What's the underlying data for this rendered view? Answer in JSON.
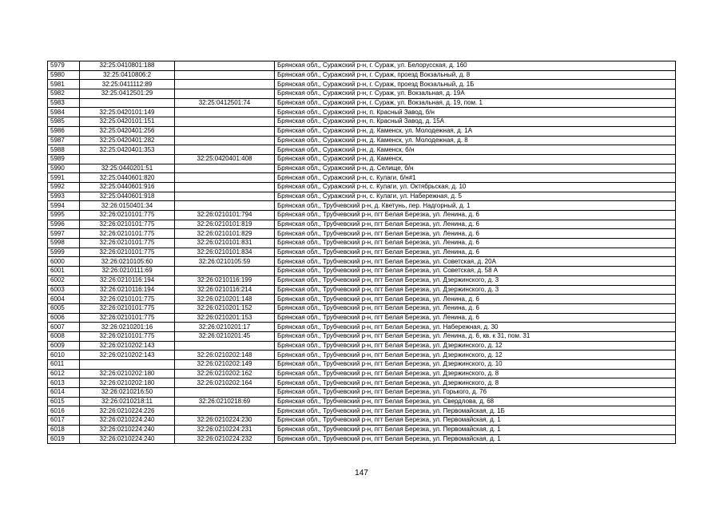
{
  "page_number": "147",
  "rows": [
    {
      "num": "5979",
      "cad1": "32:25:0410801:188",
      "cad2": "",
      "addr": "Брянская обл., Суражский р-н, г. Сураж, ул. Белорусская, д. 160"
    },
    {
      "num": "5980",
      "cad1": "32:25:0410806:2",
      "cad2": "",
      "addr": "Брянская обл., Суражский р-н, г. Сураж, проезд Вокзальный, д. 8"
    },
    {
      "num": "5981",
      "cad1": "32:25:0411112:89",
      "cad2": "",
      "addr": "Брянская обл., Суражский р-н, г. Сураж, проезд Вокзальный, д. 1Б"
    },
    {
      "num": "5982",
      "cad1": "32:25:0412501:29",
      "cad2": "",
      "addr": "Брянская обл., Суражский р-н, г. Сураж, ул. Вокзальная, д. 19А"
    },
    {
      "num": "5983",
      "cad1": "",
      "cad2": "32:25:0412501:74",
      "addr": "Брянская обл., Суражский р-н, г. Сураж, ул. Вокзальная, д. 19, пом. 1"
    },
    {
      "num": "5984",
      "cad1": "32:25:0420101:149",
      "cad2": "",
      "addr": "Брянская обл., Суражский р-н, п. Красный Завод, б/н"
    },
    {
      "num": "5985",
      "cad1": "32:25:0420101:151",
      "cad2": "",
      "addr": "Брянская обл., Суражский р-н, п. Красный Завод, д. 15А"
    },
    {
      "num": "5986",
      "cad1": "32:25:0420401:256",
      "cad2": "",
      "addr": "Брянская обл., Суражский р-н, д. Каменск, ул. Молодежная, д. 1А"
    },
    {
      "num": "5987",
      "cad1": "32:25:0420401:282",
      "cad2": "",
      "addr": "Брянская обл., Суражский р-н, д. Каменск, ул. Молодежная, д. 8"
    },
    {
      "num": "5988",
      "cad1": "32:25:0420401:353",
      "cad2": "",
      "addr": "Брянская обл., Суражский р-н, д. Каменск, б/н"
    },
    {
      "num": "5989",
      "cad1": "",
      "cad2": "32:25:0420401:408",
      "addr": "Брянская обл., Суражский р-н, д. Каменск,"
    },
    {
      "num": "5990",
      "cad1": "32:25:0440201:51",
      "cad2": "",
      "addr": "Брянская обл., Суражский р-н, д. Селище, б/н"
    },
    {
      "num": "5991",
      "cad1": "32:25:0440601:820",
      "cad2": "",
      "addr": "Брянская обл., Суражский р-н, с. Кулаги, б/н#1"
    },
    {
      "num": "5992",
      "cad1": "32:25:0440601:916",
      "cad2": "",
      "addr": "Брянская обл., Суражский р-н, с. Кулаги, ул. Октябрьская, д. 10"
    },
    {
      "num": "5993",
      "cad1": "32:25:0440601:918",
      "cad2": "",
      "addr": "Брянская обл., Суражский р-н, с. Кулаги, ул. Набережная, д. 5"
    },
    {
      "num": "5994",
      "cad1": "32:26:0150401:34",
      "cad2": "",
      "addr": "Брянская обл., Трубчевский р-н, д. Кветунь, пер. Надгорный, д. 1"
    },
    {
      "num": "5995",
      "cad1": "32:26:0210101:775",
      "cad2": "32:26:0210101:794",
      "addr": "Брянская обл., Трубчевский р-н, пгт Белая Березка, ул. Ленина, д. 6"
    },
    {
      "num": "5996",
      "cad1": "32:26:0210101:775",
      "cad2": "32:26:0210101:819",
      "addr": "Брянская обл., Трубчевский р-н, пгт Белая Березка, ул. Ленина, д. 6"
    },
    {
      "num": "5997",
      "cad1": "32:26:0210101:775",
      "cad2": "32:26:0210101:829",
      "addr": "Брянская обл., Трубчевский р-н, пгт Белая Березка, ул. Ленина, д. 6"
    },
    {
      "num": "5998",
      "cad1": "32:26:0210101:775",
      "cad2": "32:26:0210101:831",
      "addr": "Брянская обл., Трубчевский р-н, пгт Белая Березка, ул. Ленина, д. 6"
    },
    {
      "num": "5999",
      "cad1": "32:26:0210101:775",
      "cad2": "32:26:0210101:834",
      "addr": "Брянская обл., Трубчевский р-н, пгт Белая Березка, ул. Ленина, д. 6"
    },
    {
      "num": "6000",
      "cad1": "32:26:0210105:60",
      "cad2": "32:26:0210105:59",
      "addr": "Брянская обл., Трубчевский р-н, пгт Белая Березка, ул. Советская, д. 20А"
    },
    {
      "num": "6001",
      "cad1": "32:26:0210111:69",
      "cad2": "",
      "addr": "Брянская обл., Трубчевский р-н, пгт Белая Березка, ул. Советская, д. 58 А"
    },
    {
      "num": "6002",
      "cad1": "32:26:0210116:194",
      "cad2": "32:26:0210116:199",
      "addr": "Брянская обл., Трубчевский р-н, пгт Белая Березка, ул. Дзержинского, д. 3"
    },
    {
      "num": "6003",
      "cad1": "32:26:0210116:194",
      "cad2": "32:26:0210116:214",
      "addr": "Брянская обл., Трубчевский р-н, пгт Белая Березка, ул. Дзержинского, д. 3"
    },
    {
      "num": "6004",
      "cad1": "32:26:0210101:775",
      "cad2": "32:26:0210201:148",
      "addr": "Брянская обл., Трубчевский р-н, пгт Белая Березка, ул. Ленина, д. 6"
    },
    {
      "num": "6005",
      "cad1": "32:26:0210101:775",
      "cad2": "32:26:0210201:152",
      "addr": "Брянская обл., Трубчевский р-н, пгт Белая Березка, ул. Ленина, д. 6"
    },
    {
      "num": "6006",
      "cad1": "32:26:0210101:775",
      "cad2": "32:26:0210201:153",
      "addr": "Брянская обл., Трубчевский р-н, пгт Белая Березка, ул. Ленина, д. 6"
    },
    {
      "num": "6007",
      "cad1": "32:26:0210201:16",
      "cad2": "32:26:0210201:17",
      "addr": "Брянская обл., Трубчевский р-н, пгт Белая Березка, ул. Набережная, д. 30"
    },
    {
      "num": "6008",
      "cad1": "32:26:0210101:775",
      "cad2": "32:26:0210201:45",
      "addr": "Брянская обл., Трубчевский р-н, пгт Белая Березка, ул. Ленина, д. 6, кв. к 31, пом. 31"
    },
    {
      "num": "6009",
      "cad1": "32:26:0210202:143",
      "cad2": "",
      "addr": "Брянская обл., Трубчевский р-н, пгт Белая Березка, ул. Дзержинского, д. 12"
    },
    {
      "num": "6010",
      "cad1": "32:26:0210202:143",
      "cad2": "32:26:0210202:148",
      "addr": "Брянская обл., Трубчевский р-н, пгт Белая Березка, ул. Дзержинского, д. 12"
    },
    {
      "num": "6011",
      "cad1": "",
      "cad2": "32:26:0210202:149",
      "addr": "Брянская обл., Трубчевский р-н, пгт Белая Березка, ул. Дзержинского, д. 10"
    },
    {
      "num": "6012",
      "cad1": "32:26:0210202:180",
      "cad2": "32:26:0210202:162",
      "addr": "Брянская обл., Трубчевский р-н, пгт Белая Березка, ул. Дзержинского, д. 8"
    },
    {
      "num": "6013",
      "cad1": "32:26:0210202:180",
      "cad2": "32:26:0210202:164",
      "addr": "Брянская обл., Трубчевский р-н, пгт Белая Березка, ул. Дзержинского, д. 8"
    },
    {
      "num": "6014",
      "cad1": "32:26:0210216:50",
      "cad2": "",
      "addr": "Брянская обл., Трубчевский р-н, пгт Белая Березка, ул. Горького, д. 76"
    },
    {
      "num": "6015",
      "cad1": "32:26:0210218:11",
      "cad2": "32:26:0210218:69",
      "addr": "Брянская обл., Трубчевский р-н, пгт Белая Березка, ул. Свердлова, д. 68"
    },
    {
      "num": "6016",
      "cad1": "32:26:0210224:226",
      "cad2": "",
      "addr": "Брянская обл., Трубчевский р-н, пгт Белая Березка, ул. Первомайская, д. 1Б"
    },
    {
      "num": "6017",
      "cad1": "32:26:0210224:240",
      "cad2": "32:26:0210224:230",
      "addr": "Брянская обл., Трубчевский р-н, пгт Белая Березка, ул. Первомайская, д. 1"
    },
    {
      "num": "6018",
      "cad1": "32:26:0210224:240",
      "cad2": "32:26:0210224:231",
      "addr": "Брянская обл., Трубчевский р-н, пгт Белая Березка, ул. Первомайская, д. 1"
    },
    {
      "num": "6019",
      "cad1": "32:26:0210224:240",
      "cad2": "32:26:0210224:232",
      "addr": "Брянская обл., Трубчевский р-н, пгт Белая Березка, ул. Первомайская, д. 1"
    }
  ]
}
